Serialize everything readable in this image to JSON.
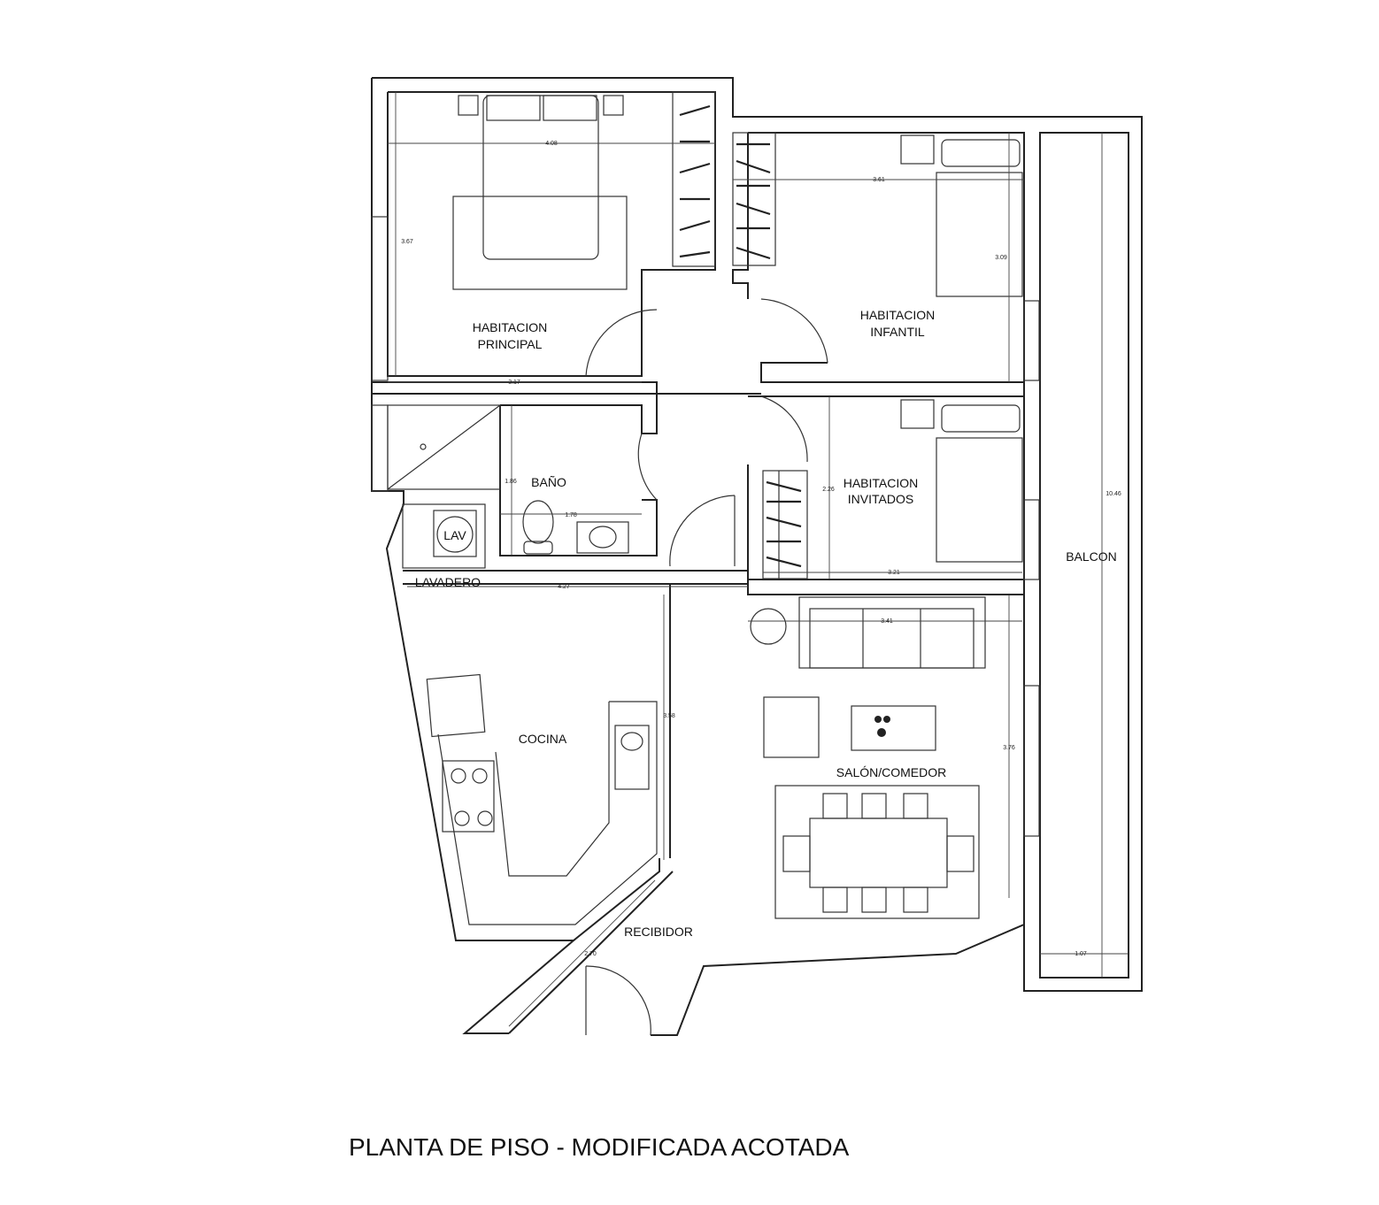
{
  "title": "PLANTA DE PISO - MODIFICADA ACOTADA",
  "rooms": {
    "principal_1": "HABITACION",
    "principal_2": "PRINCIPAL",
    "infantil_1": "HABITACION",
    "infantil_2": "INFANTIL",
    "invitados_1": "HABITACION",
    "invitados_2": "INVITADOS",
    "bano": "BAÑO",
    "lavadero": "LAVADERO",
    "lav": "LAV",
    "cocina": "COCINA",
    "salon": "SALÓN/COMEDOR",
    "recibidor": "RECIBIDOR",
    "balcon": "BALCON"
  },
  "dimensions": {
    "principal_width": "4.08",
    "principal_height": "3.67",
    "principal_bottom": "3.17",
    "infantil_width": "3.61",
    "infantil_height": "3.09",
    "bano_height": "1.86",
    "bano_width": "1.78",
    "invitados_height": "2.26",
    "invitados_width": "3.21",
    "lavadero_width": "4.27",
    "salon_sofa": "3.41",
    "cocina_height": "3.58",
    "salon_height": "3.76",
    "recibidor_width": "2.70",
    "balcon_width": "1.07",
    "balcon_length": "10.46"
  }
}
